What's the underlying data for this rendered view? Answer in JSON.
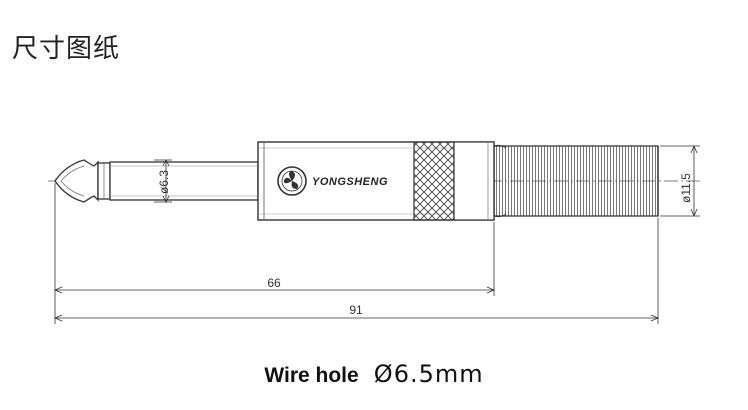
{
  "header": {
    "title": "尺寸图纸"
  },
  "drawing": {
    "brand": "YONGSHENG",
    "dimensions": {
      "tip_diameter": "ø6.3",
      "tail_diameter": "ø11.5",
      "body_length": "66",
      "total_length": "91"
    }
  },
  "caption": {
    "label": "Wire hole",
    "value": "Ø6.5mm"
  },
  "colors": {
    "line": "#333333",
    "background": "#ffffff"
  }
}
